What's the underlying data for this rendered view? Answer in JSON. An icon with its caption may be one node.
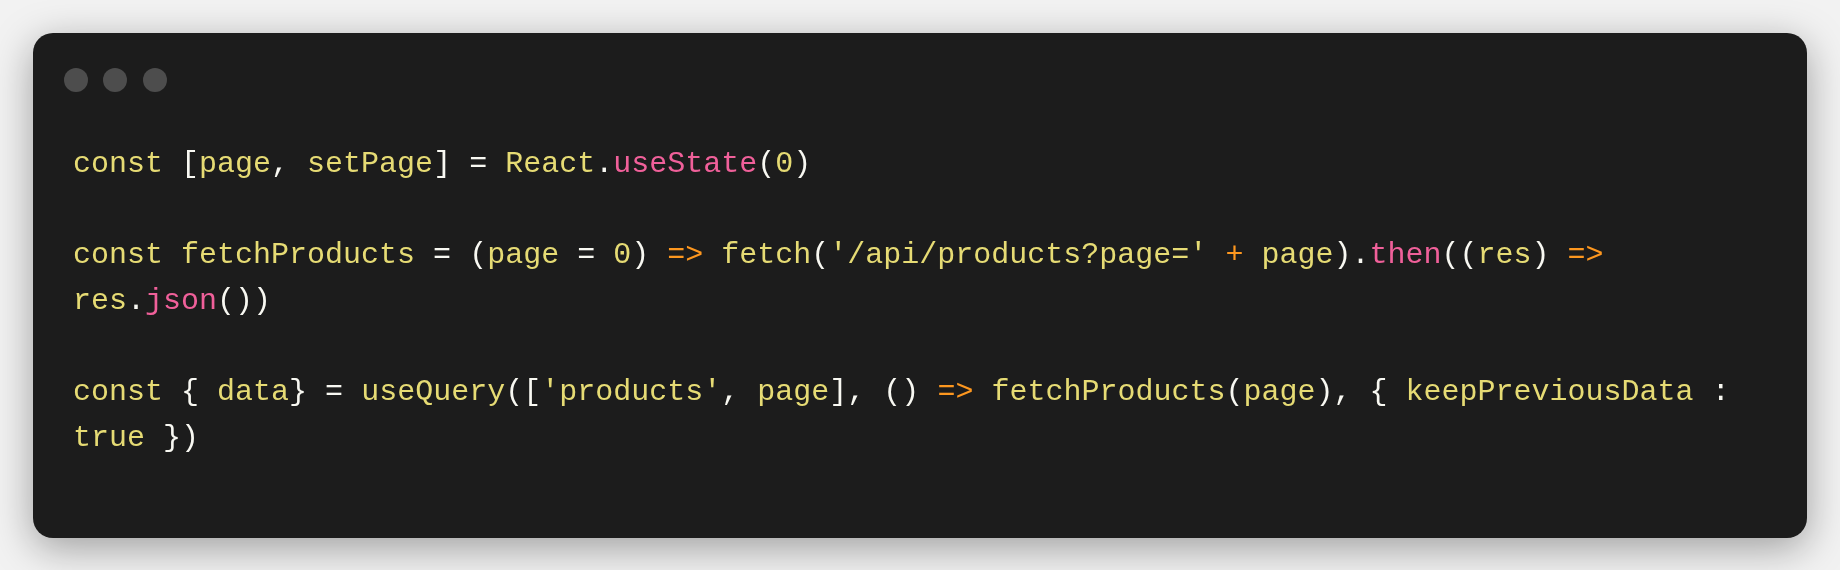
{
  "diagram": {
    "labels": [
      "const [page, setPage] = React.useState(0)",
      "const fetchProducts = (page = 0) => fetch('/api/products?page=' + page).then((res) => res.json())",
      "const { data} = useQuery(['products', page], () => fetchProducts(page), { keepPreviousData : true })"
    ]
  }
}
